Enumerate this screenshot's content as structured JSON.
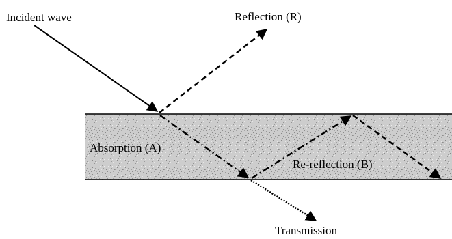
{
  "labels": {
    "incident": "Incident wave",
    "reflection": "Reflection (R)",
    "absorption": "Absorption (A)",
    "rereflection": "Re-reflection (B)",
    "transmission": "Transmission"
  },
  "colors": {
    "background": "#ffffff",
    "slab_fill": "#c9c9c9",
    "slab_texture": "#8f8f8f",
    "lines": "#000000"
  }
}
